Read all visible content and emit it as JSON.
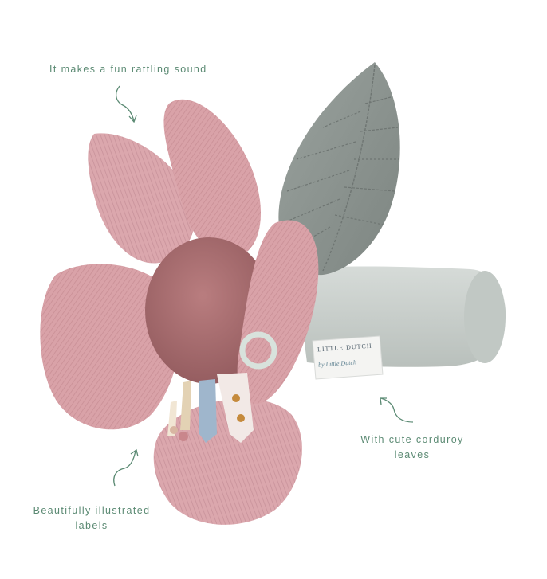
{
  "captions": {
    "rattle": "It makes a fun rattling sound",
    "leaves_line1": "With cute corduroy",
    "leaves_line2": "leaves",
    "labels_line1": "Beautifully illustrated",
    "labels_line2": "labels"
  },
  "tag": {
    "brand": "LITTLE DUTCH",
    "script": "by Little Dutch"
  },
  "colors": {
    "caption": "#5b8a73",
    "petal": "#d8a3a9",
    "center": "#a86d6f",
    "leaf": "#8e9691",
    "stem": "#c9cfcb"
  }
}
